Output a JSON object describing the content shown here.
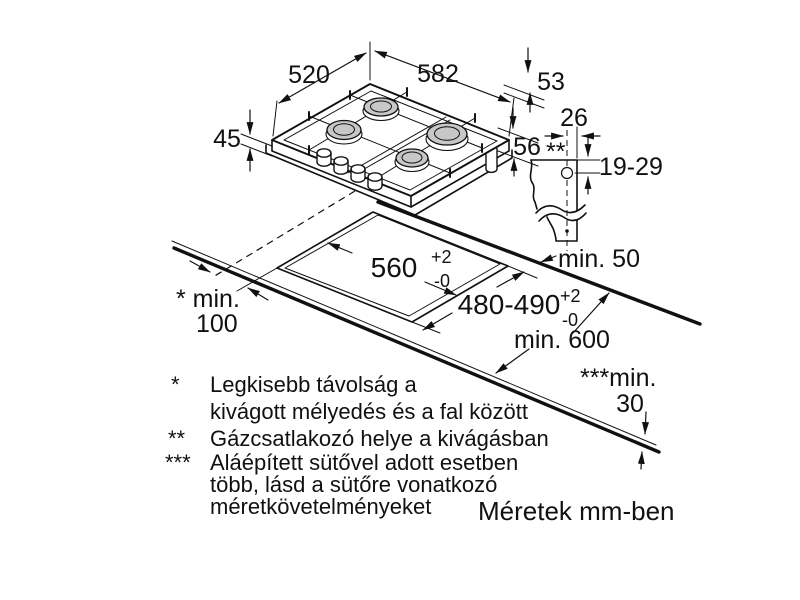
{
  "hob_dims": {
    "depth": "520",
    "width": "582",
    "height": "45",
    "edge_height": "53",
    "body_depth_below": "56"
  },
  "profile_dims": {
    "gas_offset": "26",
    "gas_depth_range": "19-29",
    "gas_marker": "**"
  },
  "cutout_dims": {
    "width": "560",
    "width_tol_sup": "+2",
    "width_tol_sub": "-0",
    "depth": "480-490",
    "depth_tol_sup": "+2",
    "depth_tol_sub": "-0"
  },
  "clearances": {
    "right_wall": "min. 50",
    "left": {
      "prefix": "* min.",
      "value": "100"
    },
    "front": "min. 600",
    "below": {
      "prefix": "***min.",
      "value": "30"
    }
  },
  "footnotes": [
    {
      "marker": "*",
      "lines": [
        "Legkisebb távolság a",
        "kivágott mélyedés és a fal között"
      ]
    },
    {
      "marker": "**",
      "lines": [
        "Gázcsatlakozó helye a kivágásban"
      ]
    },
    {
      "marker": "***",
      "lines": [
        "Aláépített sütővel adott esetben",
        "több, lásd a sütőre vonatkozó",
        "méretkövetelményeket"
      ]
    }
  ],
  "units_note": "Méretek mm-ben"
}
